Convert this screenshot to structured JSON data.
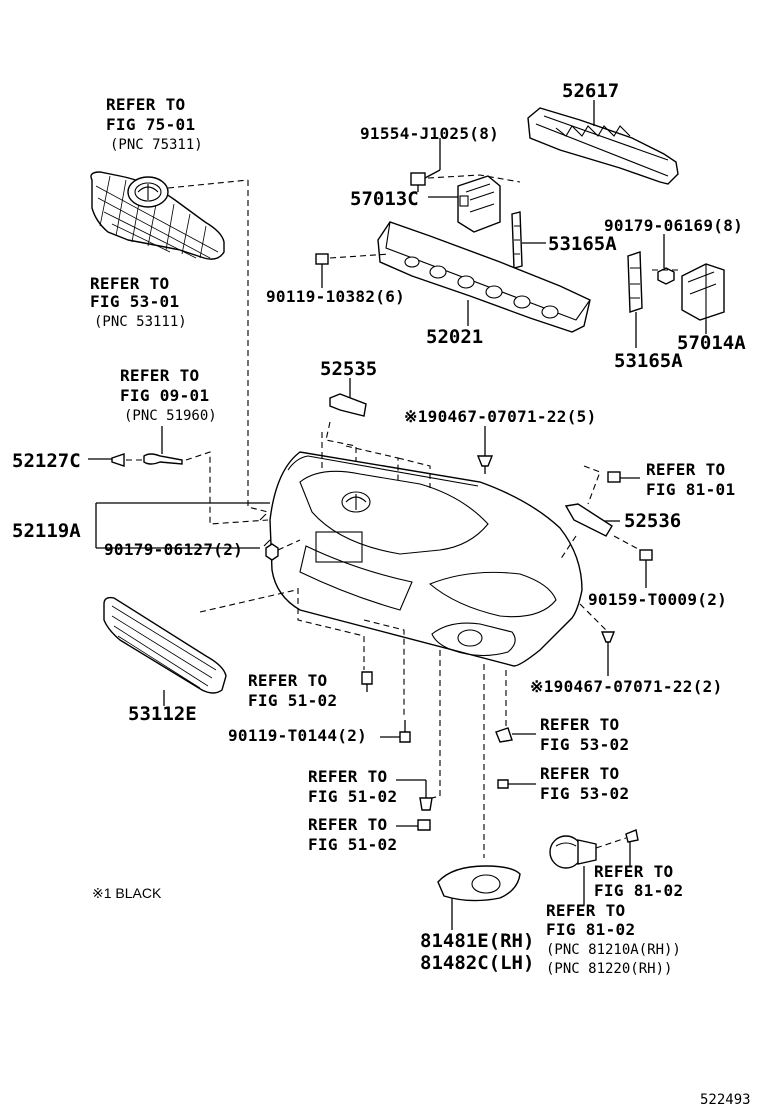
{
  "labels": {
    "refer_75_01": [
      "REFER TO",
      "FIG 75-01",
      "(PNC 75311)"
    ],
    "refer_53_01": [
      "REFER TO",
      "FIG 53-01",
      "(PNC 53111)"
    ],
    "refer_09_01": [
      "REFER TO",
      "FIG 09-01",
      "(PNC 51960)"
    ],
    "p_52617": "52617",
    "p_91554": "91554-J1025(8)",
    "p_57013c": "57013C",
    "p_53165a_top": "53165A",
    "p_90179_06169": "90179-06169(8)",
    "p_90119_10382": "90119-10382(6)",
    "p_52021": "52021",
    "p_53165a_bottom": "53165A",
    "p_57014a": "57014A",
    "p_52535": "52535",
    "p_190467_5": "※190467-07071-22(5)",
    "p_52127c": "52127C",
    "refer_81_01": [
      "REFER TO",
      "FIG 81-01"
    ],
    "p_52119a": "52119A",
    "p_52536": "52536",
    "p_90179_06127": "90179-06127(2)",
    "p_90159": "90159-T0009(2)",
    "p_190467_2": "※190467-07071-22(2)",
    "refer_51_02_a": [
      "REFER TO",
      "FIG 51-02"
    ],
    "p_53112e": "53112E",
    "p_90119_t0144": "90119-T0144(2)",
    "refer_53_02_a": [
      "REFER TO",
      "FIG 53-02"
    ],
    "refer_53_02_b": [
      "REFER TO",
      "FIG 53-02"
    ],
    "refer_51_02_b": [
      "REFER TO",
      "FIG 51-02"
    ],
    "refer_51_02_c": [
      "REFER TO",
      "FIG 51-02"
    ],
    "refer_81_02_a": [
      "REFER TO",
      "FIG 81-02"
    ],
    "refer_81_02_b": [
      "REFER TO",
      "FIG 81-02",
      "(PNC 81210A(RH))",
      "(PNC 81220(RH))"
    ],
    "note_black": "※1 BLACK",
    "p_81481e": "81481E(RH)",
    "p_81482c": "81482C(LH)",
    "diagram_id": "522493"
  }
}
